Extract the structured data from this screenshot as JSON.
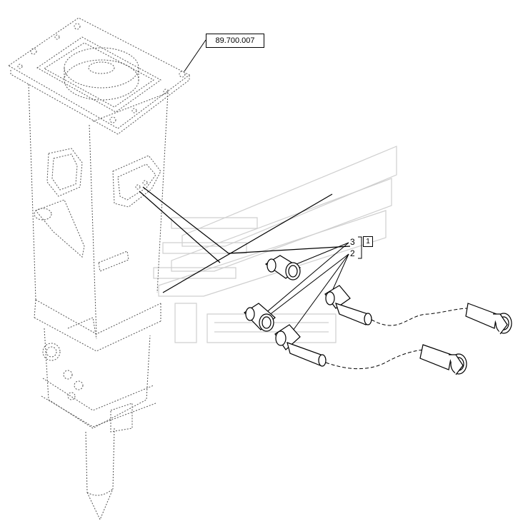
{
  "reference": {
    "label": "89.700.007"
  },
  "callouts": {
    "item_3": "3",
    "item_2": "2",
    "group": "1"
  }
}
